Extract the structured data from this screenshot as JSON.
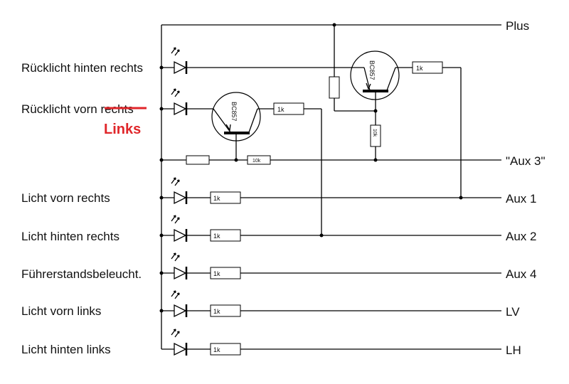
{
  "rows": [
    {
      "label": "Rücklicht hinten rechts",
      "resistor": ""
    },
    {
      "label": "Rücklicht vorn ",
      "resistor": ""
    },
    {
      "label": "Licht vorn rechts",
      "resistor": "1k"
    },
    {
      "label": "Licht hinten rechts",
      "resistor": "1k"
    },
    {
      "label": "Führerstandsbeleucht.",
      "resistor": "1k"
    },
    {
      "label": "Licht vorn links",
      "resistor": "1k"
    },
    {
      "label": "Licht hinten links",
      "resistor": "1k"
    }
  ],
  "struck_word": "rechts",
  "correction": "Links",
  "outputs": [
    "Plus",
    "\"Aux 3\"",
    "Aux 1",
    "Aux 2",
    "Aux 4",
    "LV",
    "LH"
  ],
  "transistors": [
    "BC857",
    "BC857"
  ],
  "resistor_values": {
    "t1_base": "1k",
    "t2_base": "1k",
    "t2_bias": "10k",
    "t1_bias": "10k"
  },
  "colors": {
    "line": "#000000",
    "correction": "#e0262a"
  }
}
